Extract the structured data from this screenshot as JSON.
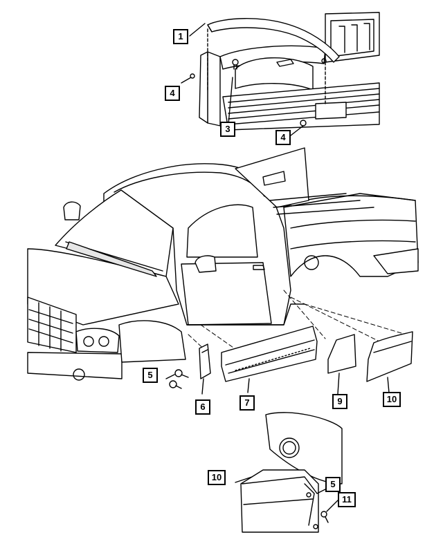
{
  "diagram": {
    "callouts": [
      {
        "id": "c1",
        "label": "1"
      },
      {
        "id": "c4a",
        "label": "4"
      },
      {
        "id": "c3",
        "label": "3"
      },
      {
        "id": "c4b",
        "label": "4"
      },
      {
        "id": "c5a",
        "label": "5"
      },
      {
        "id": "c6",
        "label": "6"
      },
      {
        "id": "c7",
        "label": "7"
      },
      {
        "id": "c9",
        "label": "9"
      },
      {
        "id": "c10a",
        "label": "10"
      },
      {
        "id": "c10b",
        "label": "10"
      },
      {
        "id": "c5b",
        "label": "5"
      },
      {
        "id": "c11",
        "label": "11"
      }
    ],
    "colors": {
      "line": "#000000",
      "background": "#ffffff",
      "light_fill": "#e6e6e6"
    }
  }
}
